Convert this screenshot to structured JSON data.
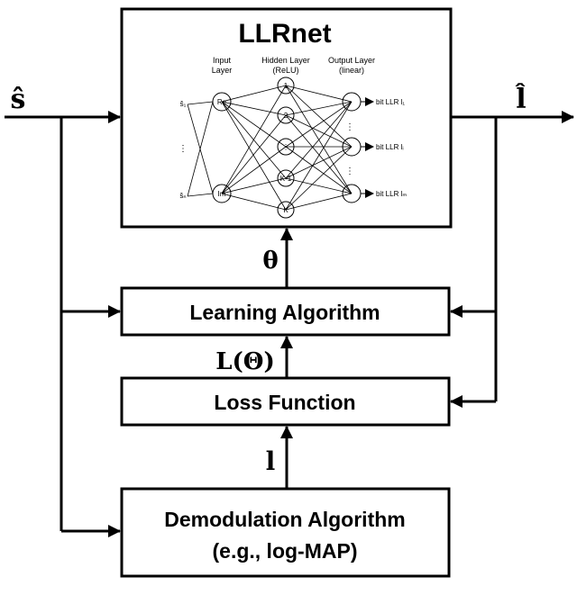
{
  "symbols": {
    "s_hat": "ŝ",
    "l_hat": "l̂",
    "theta": "θ",
    "loss": "L(Θ)",
    "l": "l"
  },
  "llrnet": {
    "title": "LLRnet",
    "input_header": [
      "Input",
      "Layer"
    ],
    "hidden_header": [
      "Hidden Layer",
      "(ReLU)"
    ],
    "output_header": [
      "Output Layer",
      "(linear)"
    ],
    "input_nodes": [
      "Re",
      "Im"
    ],
    "input_labels": [
      "ŝ₁",
      "ŝₙ"
    ],
    "hidden_nodes": [
      "1",
      "2",
      "⋮",
      "K-1",
      "K"
    ],
    "output_labels": [
      "bit LLR l₁",
      "bit LLR lᵢ",
      "bit LLR lₘ"
    ],
    "dots": "⋮"
  },
  "blocks": {
    "learning": "Learning Algorithm",
    "loss": "Loss Function",
    "demod_line1": "Demodulation Algorithm",
    "demod_line2": "(e.g., log-MAP)"
  }
}
